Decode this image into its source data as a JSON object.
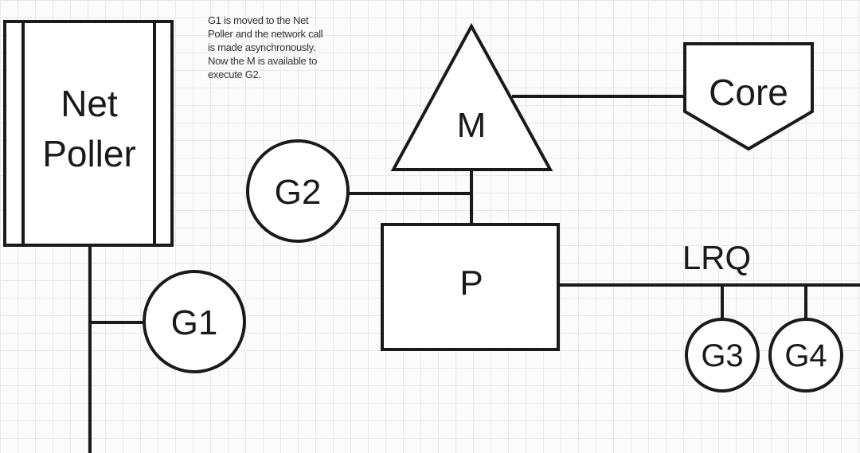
{
  "note": {
    "lines": [
      "G1 is moved to the Net",
      "Poller and the network call",
      "is made asynchronously.",
      "Now the M is available to",
      "execute G2."
    ]
  },
  "nodes": {
    "net_poller": {
      "line1": "Net",
      "line2": "Poller"
    },
    "m": "M",
    "core": "Core",
    "p": "P",
    "lrq": "LRQ",
    "g1": "G1",
    "g2": "G2",
    "g3": "G3",
    "g4": "G4"
  }
}
